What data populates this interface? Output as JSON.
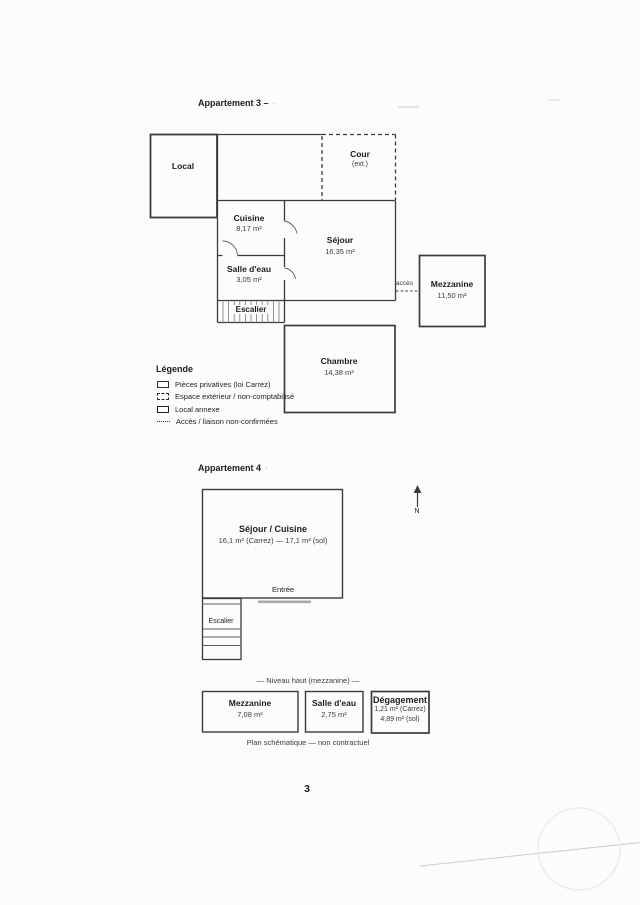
{
  "page": {
    "number": "3"
  },
  "apartment3": {
    "title": "Appartement 3 –",
    "title_suffix": "·",
    "acces_label": "accès",
    "rooms": {
      "local": {
        "name": "Local"
      },
      "cour": {
        "name": "Cour",
        "sub": "(ext.)"
      },
      "cuisine": {
        "name": "Cuisine",
        "area": "8,17 m²"
      },
      "sejour": {
        "name": "Séjour",
        "area": "16,35 m²"
      },
      "salle_eau": {
        "name": "Salle d'eau",
        "area": "3,05 m²"
      },
      "escalier": {
        "name": "Escalier"
      },
      "chambre": {
        "name": "Chambre",
        "area": "14,38 m²"
      },
      "mezzanine": {
        "name": "Mezzanine",
        "area": "11,50 m²"
      }
    }
  },
  "legend": {
    "title": "Légende",
    "items": [
      {
        "label": "Pièces privatives (loi Carrez)",
        "marker": "solid-box"
      },
      {
        "label": "Espace extérieur / non-comptabilisé",
        "marker": "dashed-box"
      },
      {
        "label": "Local annexe",
        "marker": "bold-box"
      },
      {
        "label": "Accès / liaison non-confirmées",
        "marker": "dots"
      }
    ]
  },
  "apartment4": {
    "title": "Appartement 4",
    "title_suffix": "·",
    "north_label": "N",
    "rooms": {
      "sejour_cuisine": {
        "name": "Séjour / Cuisine",
        "area": "16,1 m² (Carrez) — 17,1 m² (sol)"
      },
      "entree": {
        "name": "Entrée"
      },
      "escalier": {
        "name": "Escalier"
      },
      "mezzanine": {
        "name": "Mezzanine",
        "area": "7,08 m²"
      },
      "salle_eau": {
        "name": "Salle d'eau",
        "area": "2,75 m²"
      },
      "degagement": {
        "name": "Dégagement",
        "area_carrez": "1,21 m² (Carrez)",
        "area_sol": "4,89 m² (sol)"
      }
    },
    "level_caption": "— Niveau haut (mezzanine) —",
    "footer_caption": "Plan schématique — non contractuel"
  },
  "colors": {
    "ink": "#3b3b3b",
    "paper": "#fcfcfb",
    "faint_artifact": "#d9d9d6"
  }
}
